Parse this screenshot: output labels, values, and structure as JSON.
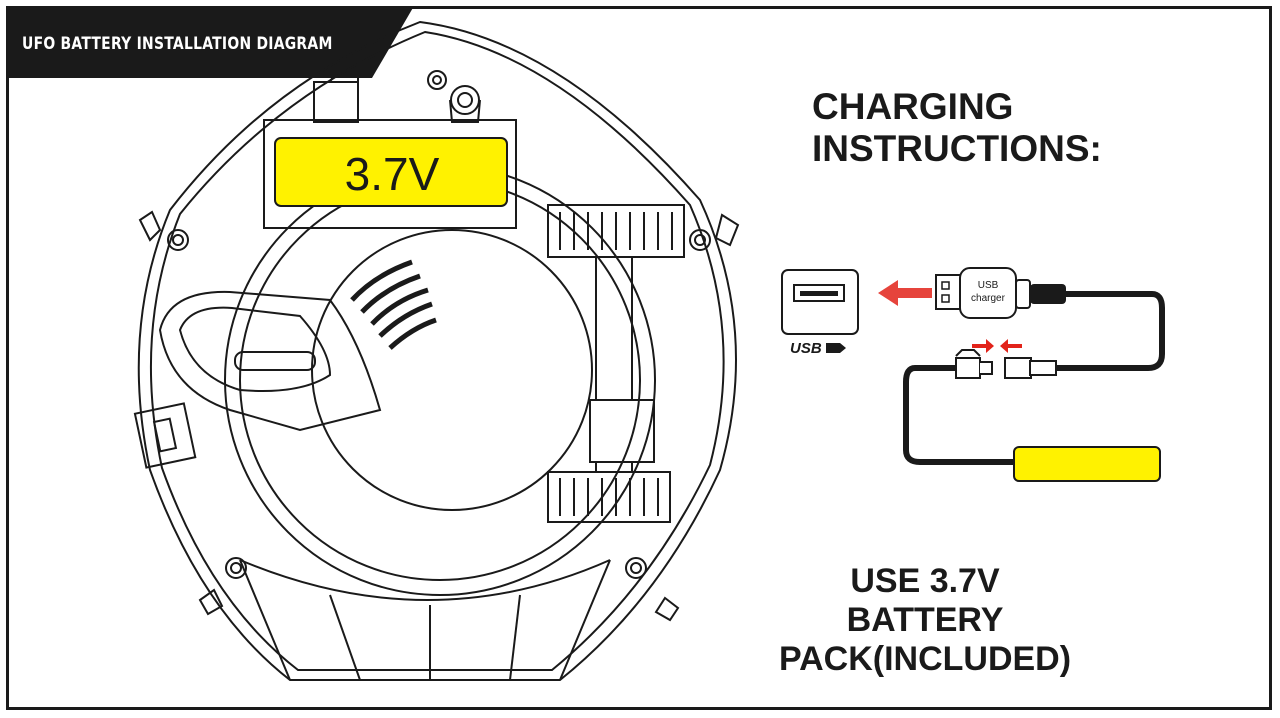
{
  "title": "UFO BATTERY INSTALLATION DIAGRAM",
  "battery_label": "3.7V",
  "charging_heading": {
    "line1": "CHARGING",
    "line2": "INSTRUCTIONS:"
  },
  "usb_port_logo": "USB",
  "charger_label": {
    "line1": "USB",
    "line2": "charger"
  },
  "note": {
    "line1": "USE 3.7V",
    "line2": "BATTERY",
    "line3": "PACK(INCLUDED)"
  },
  "colors": {
    "battery_yellow": "#fff200",
    "arrow_red": "#e2231a",
    "ink": "#1a1a1a"
  },
  "icons": [
    "usb-port-icon",
    "usb-charger-plug-icon",
    "connector-icon",
    "battery-pack-icon",
    "arrow-icon"
  ]
}
